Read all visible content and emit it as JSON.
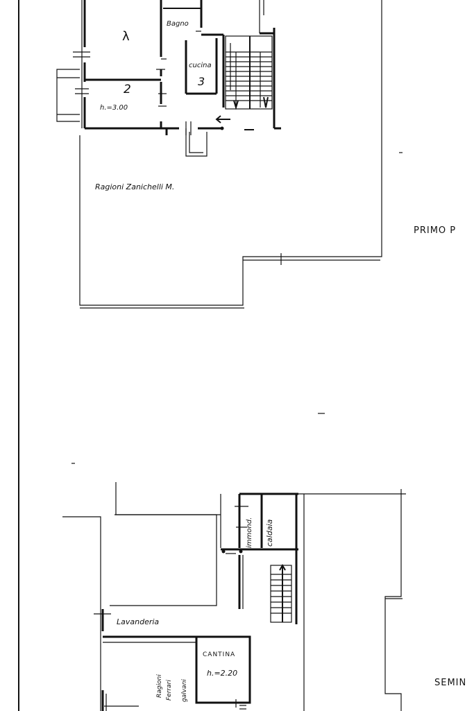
{
  "upper_plan": {
    "room_1_mark": "λ",
    "room_2_mark": "2",
    "room_3_mark": "3",
    "bathroom": "Bagno",
    "kitchen": "cucina",
    "height_note": "h.=3.00",
    "owner_note": "Ragioni Zanichelli M.",
    "floor_label": "PRIMO P"
  },
  "lower_plan": {
    "utility_room": "immond.",
    "boiler_room": "caldaia",
    "laundry": "Lavanderia",
    "owner_note_line1": "Ragioni",
    "owner_note_line2": "Ferrari",
    "owner_note_line3": "galvani",
    "cellar": "CANTINA",
    "cellar_height": "h.=2.20",
    "floor_label": "SEMIN"
  }
}
